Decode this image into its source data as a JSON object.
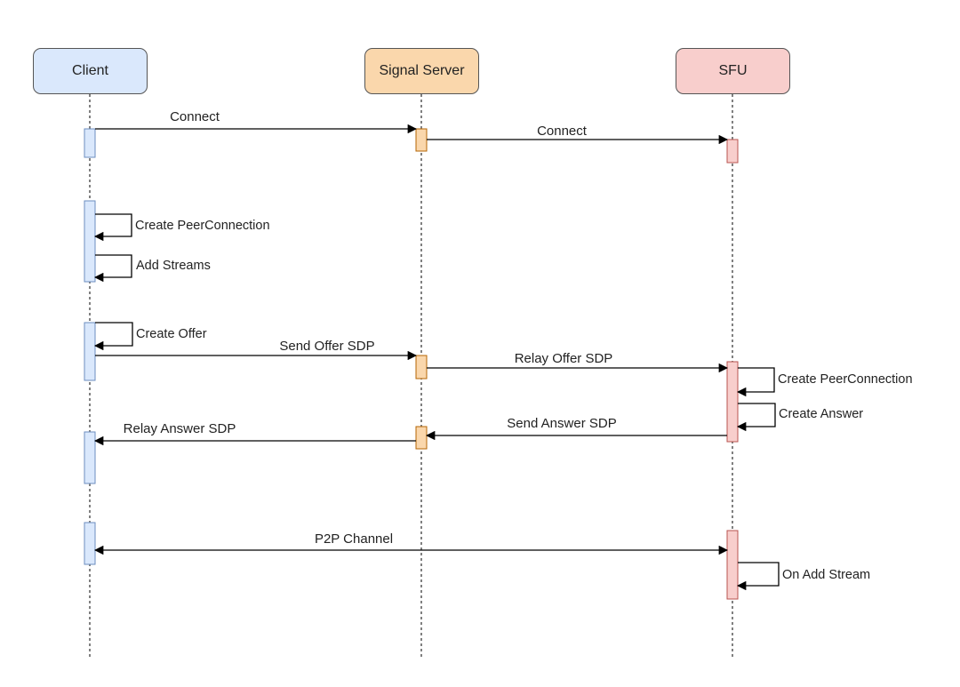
{
  "colors": {
    "client_fill": "#dae8fc",
    "client_stroke": "#6c8ebf",
    "signal_fill": "#fad7ac",
    "signal_stroke": "#b46504",
    "sfu_fill": "#f8cecc",
    "sfu_stroke": "#b85450",
    "line": "#000000"
  },
  "actors": {
    "client": "Client",
    "signal": "Signal Server",
    "sfu": "SFU"
  },
  "messages": {
    "connect_1": "Connect",
    "connect_2": "Connect",
    "create_pc_client": "Create PeerConnection",
    "add_streams": "Add Streams",
    "create_offer": "Create Offer",
    "send_offer": "Send Offer SDP",
    "relay_offer": "Relay Offer SDP",
    "create_pc_sfu": "Create PeerConnection",
    "create_answer": "Create Answer",
    "send_answer": "Send Answer SDP",
    "relay_answer": "Relay Answer SDP",
    "p2p": "P2P Channel",
    "on_add_stream": "On Add Stream"
  }
}
